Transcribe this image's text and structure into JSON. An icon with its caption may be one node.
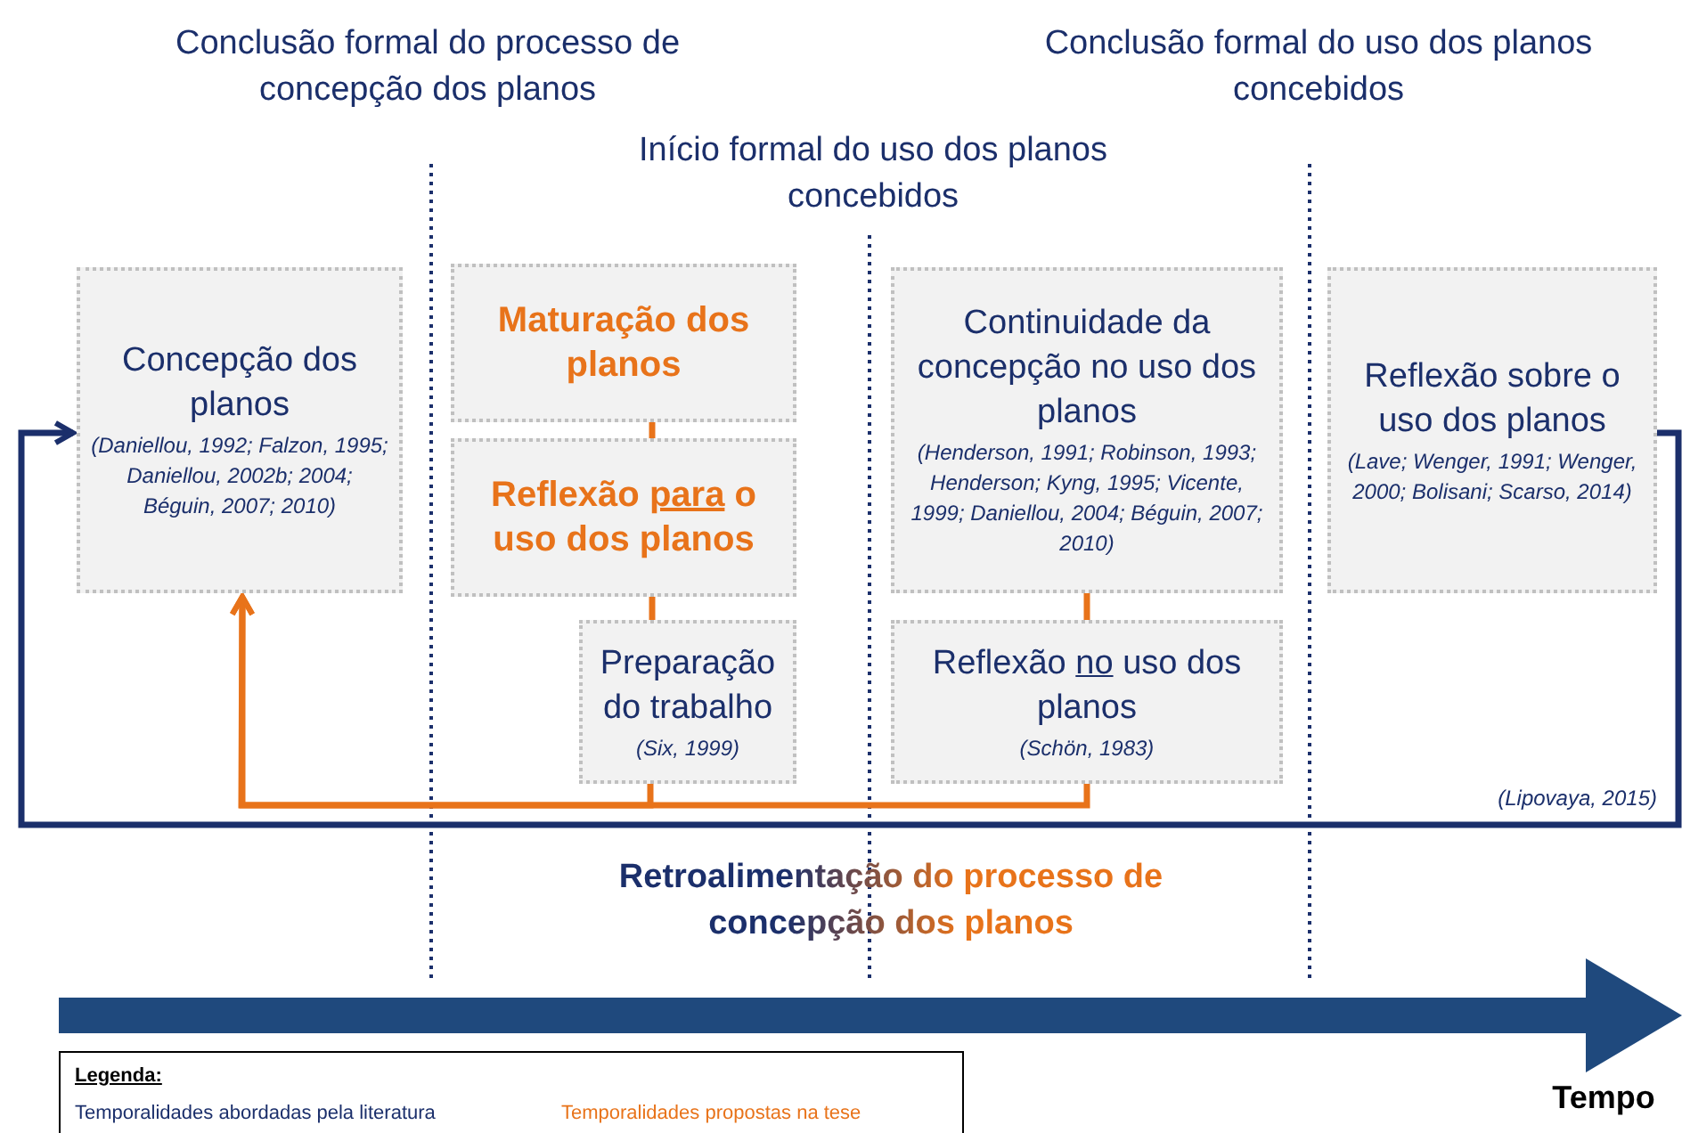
{
  "diagram": {
    "nodes": [
      {
        "text": [
          "Concepção dos planos",
          "(Daniellou, 1992; Falzon, 1995; Daniellou, 2002b; 2004; Béguin, 2007; 2010)"
        ]
      },
      {
        "text": [
          "Maturação dos planos"
        ]
      },
      {
        "text": [
          "Reflexão para o uso dos planos"
        ]
      },
      {
        "text": [
          "Preparação do trabalho",
          "(Six, 1999)"
        ]
      },
      {
        "text": [
          "Continuidade da concepção no uso dos planos",
          "(Henderson, 1991; Robinson, 1993; Henderson; Kyng, 1995; Vicente, 1999; Daniellou, 2004; Béguin, 2007; 2010)"
        ]
      },
      {
        "text": [
          "Reflexão no uso dos planos",
          "(Schön, 1983)"
        ]
      },
      {
        "text": [
          "Reflexão sobre o uso dos planos",
          "(Lave; Wenger, 1991; Wenger, 2000; Bolisani; Scarso, 2014)"
        ]
      }
    ],
    "edges": [
      {
        "from": 1,
        "to": 2,
        "arrow": "none",
        "color": "#e8731a"
      },
      {
        "from": 2,
        "to": 3,
        "arrow": "none",
        "color": "#e8731a"
      },
      {
        "from": 4,
        "to": 5,
        "arrow": "none",
        "color": "#e8731a"
      },
      {
        "from": 3,
        "to": 0,
        "arrow": "to",
        "color": "#e8731a"
      },
      {
        "from": 5,
        "to": 0,
        "arrow": "to",
        "color": "#e8731a"
      },
      {
        "from": 6,
        "to": 0,
        "arrow": "to",
        "color": "#1b2f6b"
      }
    ],
    "labels": [
      "Conclusão formal do processo de concepção dos planos",
      "Conclusão formal do uso dos planos concebidos",
      "Início formal do uso dos planos concebidos",
      "(Lipovaya, 2015)",
      "Retroalimentação do processo de concepção dos planos",
      "Legenda:",
      "Tempo"
    ],
    "legend": [
      {
        "text": "Temporalidades abordadas pela literatura",
        "color": "#1b2f6b"
      },
      {
        "text": "Temporalidades propostas na tese",
        "color": "#e8731a"
      }
    ]
  }
}
